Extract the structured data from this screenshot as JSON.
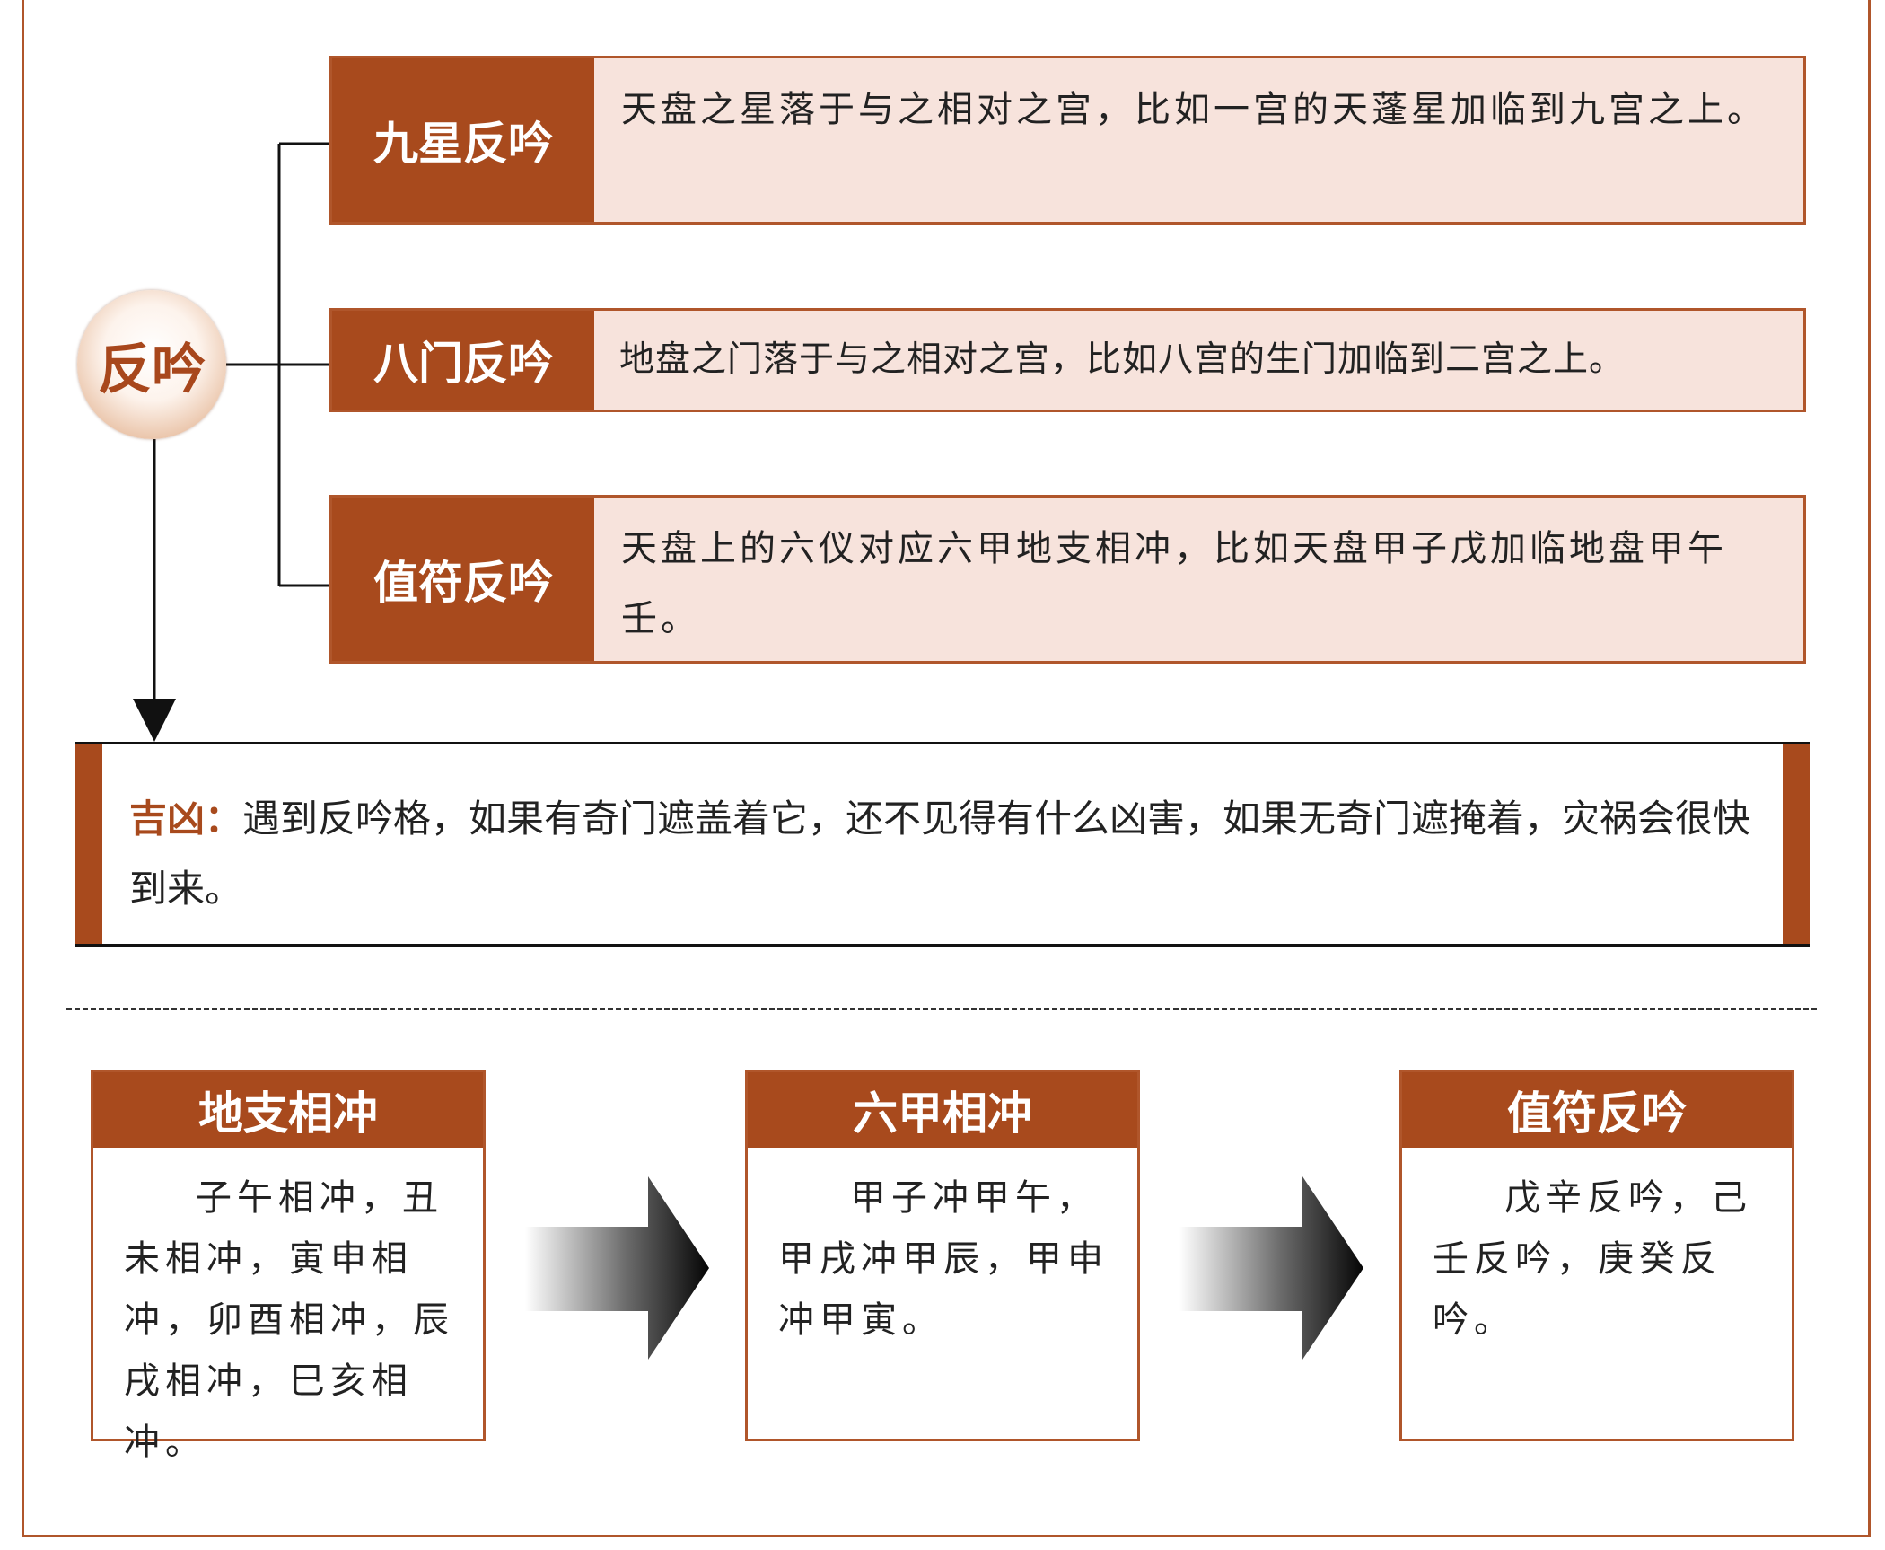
{
  "center": {
    "label": "反吟"
  },
  "categories": [
    {
      "label": "九星反吟",
      "desc": "天盘之星落于与之相对之宫，比如一宫的天蓬星加临到九宫之上。"
    },
    {
      "label": "八门反吟",
      "desc": "地盘之门落于与之相对之宫，比如八宫的生门加临到二宫之上。"
    },
    {
      "label": "值符反吟",
      "desc": "天盘上的六仪对应六甲地支相冲，比如天盘甲子戊加临地盘甲午壬。"
    }
  ],
  "jixiong": {
    "head": "吉凶：",
    "text": "遇到反吟格，如果有奇门遮盖着它，还不见得有什么凶害，如果无奇门遮掩着，灾祸会很快到来。"
  },
  "flow": [
    {
      "title": "地支相冲",
      "body": "子午相冲，丑未相冲，寅申相冲，卯酉相冲，辰戌相冲，巳亥相冲。"
    },
    {
      "title": "六甲相冲",
      "body": "甲子冲甲午，甲戌冲甲辰，甲申冲甲寅。"
    },
    {
      "title": "值符反吟",
      "body": "戊辛反吟，己壬反吟，庚癸反吟。"
    }
  ],
  "colors": {
    "accent": "#a84a1d",
    "row_fill": "#f7e3dc",
    "border": "#b0562b"
  }
}
